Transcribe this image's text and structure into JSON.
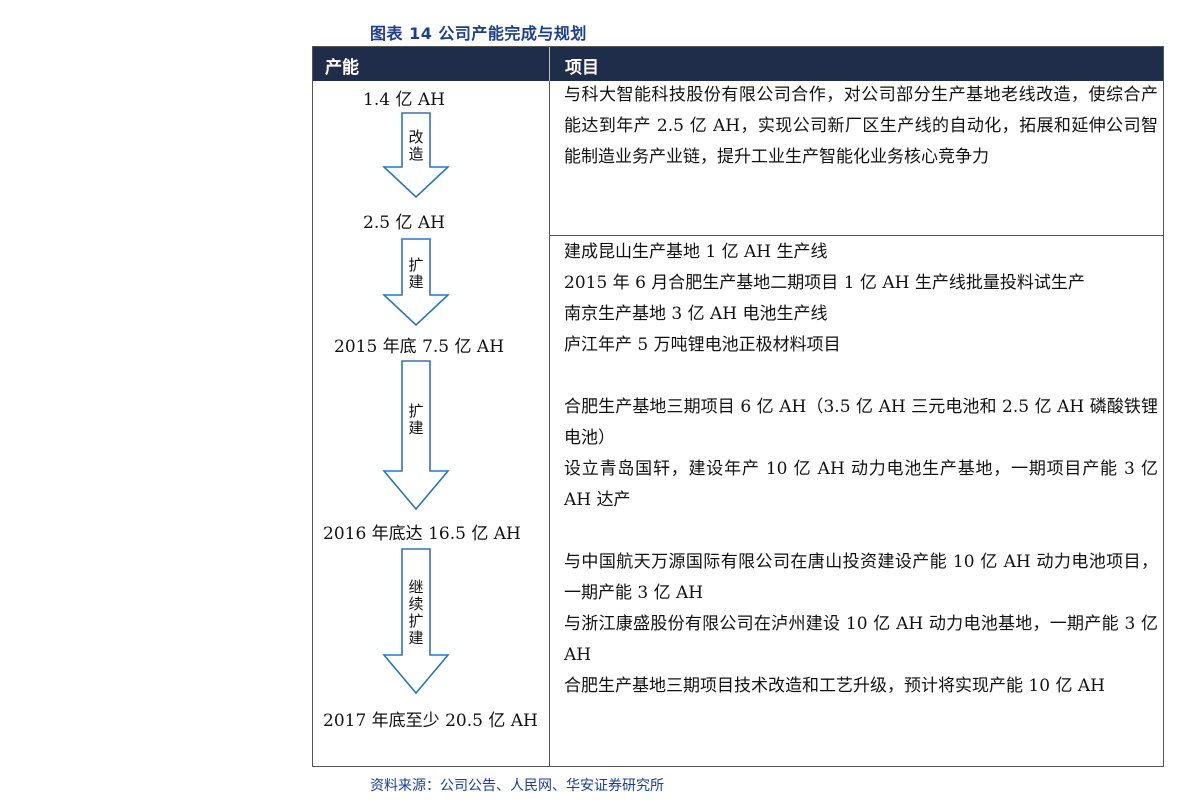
{
  "figure_title": "图表 14 公司产能完成与规划",
  "table": {
    "headers": {
      "capacity": "产能",
      "project": "项目"
    },
    "capacity_labels": [
      "1.4 亿 AH",
      "2.5 亿 AH",
      "2015 年底 7.5 亿 AH",
      "2016 年底达 16.5 亿 AH",
      "2017 年底至少 20.5 亿 AH"
    ],
    "arrows": [
      {
        "label": "改造"
      },
      {
        "label": "扩建"
      },
      {
        "label": "扩建"
      },
      {
        "label": "继续扩建"
      }
    ],
    "projects_group1": [
      "与科大智能科技股份有限公司合作，对公司部分生产基地老线改造，使综合产能达到年产 2.5 亿 AH，实现公司新厂区生产线的自动化，拓展和延伸公司智能制造业务产业链，提升工业生产智能化业务核心竞争力"
    ],
    "projects_group2": [
      "建成昆山生产基地 1 亿 AH 生产线",
      "2015 年 6 月合肥生产基地二期项目 1 亿 AH 生产线批量投料试生产",
      "南京生产基地 3 亿 AH 电池生产线",
      "庐江年产 5 万吨锂电池正极材料项目"
    ],
    "projects_group3": [
      "合肥生产基地三期项目 6 亿 AH（3.5 亿 AH 三元电池和 2.5 亿 AH 磷酸铁锂电池）",
      "设立青岛国轩，建设年产 10 亿 AH 动力电池生产基地，一期项目产能 3 亿 AH 达产"
    ],
    "projects_group4": [
      "与中国航天万源国际有限公司在唐山投资建设产能 10 亿 AH 动力电池项目，一期产能 3 亿 AH",
      "与浙江康盛股份有限公司在泸州建设 10 亿 AH 动力电池基地，一期产能 3 亿 AH",
      "合肥生产基地三期项目技术改造和工艺升级，预计将实现产能 10 亿 AH"
    ]
  },
  "source_note": "资料来源：公司公告、人民网、华安证券研究所",
  "colors": {
    "title_blue": "#1b3f8b",
    "header_bg": "#1f2c4a",
    "arrow_stroke": "#2e75b6"
  }
}
